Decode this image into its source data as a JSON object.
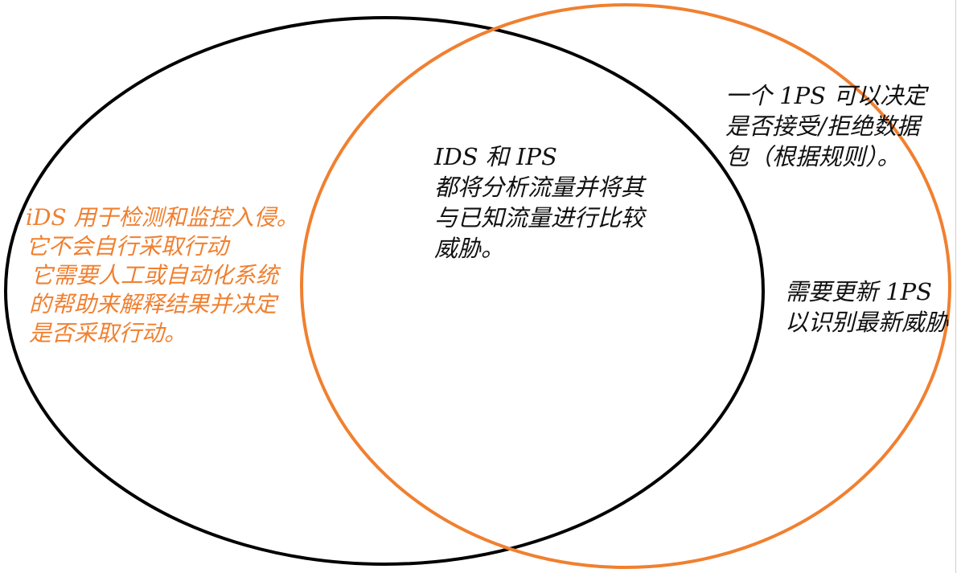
{
  "colors": {
    "ids_circle": "#000000",
    "ips_circle": "#f08030",
    "ids_text": "#f08030",
    "ips_text": "#111111"
  },
  "diagram": {
    "ids_description": [
      "iDS 用于检测和监控入侵。",
      "它不会自行采取行动",
      "它需要人工或自动化系统",
      "的帮助来解释结果并决定",
      "是否采取行动。"
    ],
    "common": [
      "IDS 和 IPS",
      "都将分析流量并将其",
      "与已知流量进行比较",
      "威胁。"
    ],
    "ips_description": [
      "一个 1PS 可以决定",
      "是否接受/拒绝数据",
      "包（根据规则）。"
    ],
    "ips_update": [
      "需要更新 1PS",
      "以识别最新威胁"
    ]
  }
}
